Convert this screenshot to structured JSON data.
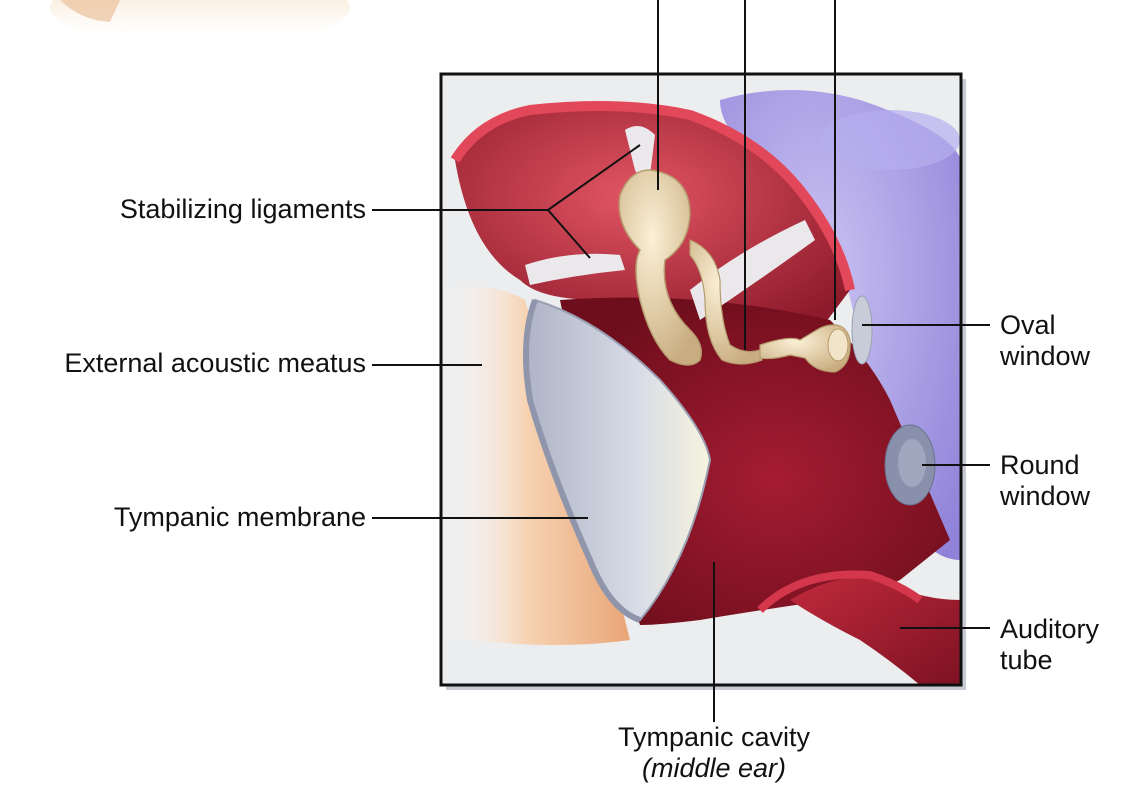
{
  "labels": {
    "stabilizing_ligaments": "Stabilizing ligaments",
    "external_acoustic_meatus": "External acoustic meatus",
    "tympanic_membrane": "Tympanic membrane",
    "oval_window": [
      "Oval",
      "window"
    ],
    "round_window": [
      "Round",
      "window"
    ],
    "auditory_tube": [
      "Auditory",
      "tube"
    ],
    "tympanic_cavity": "Tympanic cavity",
    "tympanic_cavity_sub": "(middle ear)"
  },
  "colors": {
    "frame": "#111111",
    "cavity_wall": "#b5283a",
    "cavity_dark": "#8a1526",
    "membrane_gray": "#b9bfcf",
    "ossicle": "#e8d6b0",
    "inner_ear": "#9d8ee0",
    "canal_skin": "#f0c49a",
    "ligament": "#e6ecf2"
  }
}
